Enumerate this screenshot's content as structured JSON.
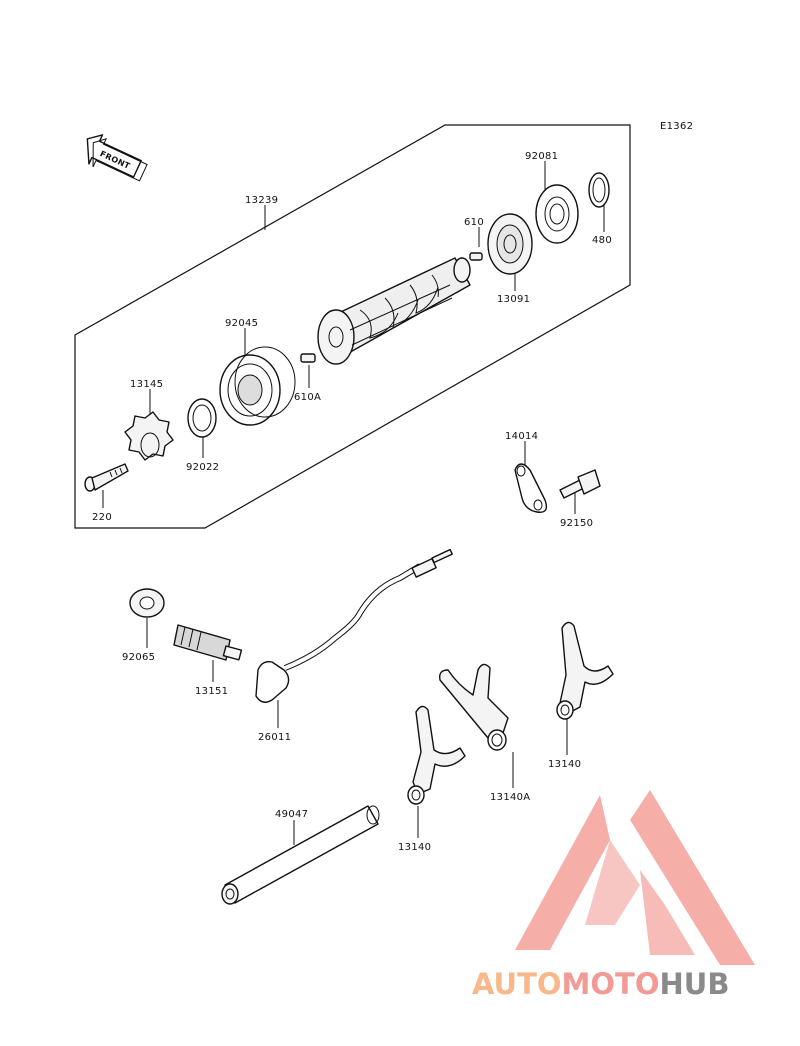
{
  "diagram_code": "E1362",
  "front_label": "FRONT",
  "labels": {
    "l13239": "13239",
    "l92081": "92081",
    "l610": "610",
    "l480": "480",
    "l13091": "13091",
    "l92045": "92045",
    "l610a": "610A",
    "l13145": "13145",
    "l92022": "92022",
    "l220": "220",
    "l14014": "14014",
    "l92150": "92150",
    "l92065": "92065",
    "l13151": "13151",
    "l26011": "26011",
    "l13140_right": "13140",
    "l13140a": "13140A",
    "l13140_left": "13140",
    "l49047": "49047"
  },
  "watermark": {
    "part1": "AUTO",
    "part2": "MOTO",
    "part3": "HUB",
    "color1": "#f7b98a",
    "color2": "#f29b96",
    "color3": "#8a8a8a"
  }
}
